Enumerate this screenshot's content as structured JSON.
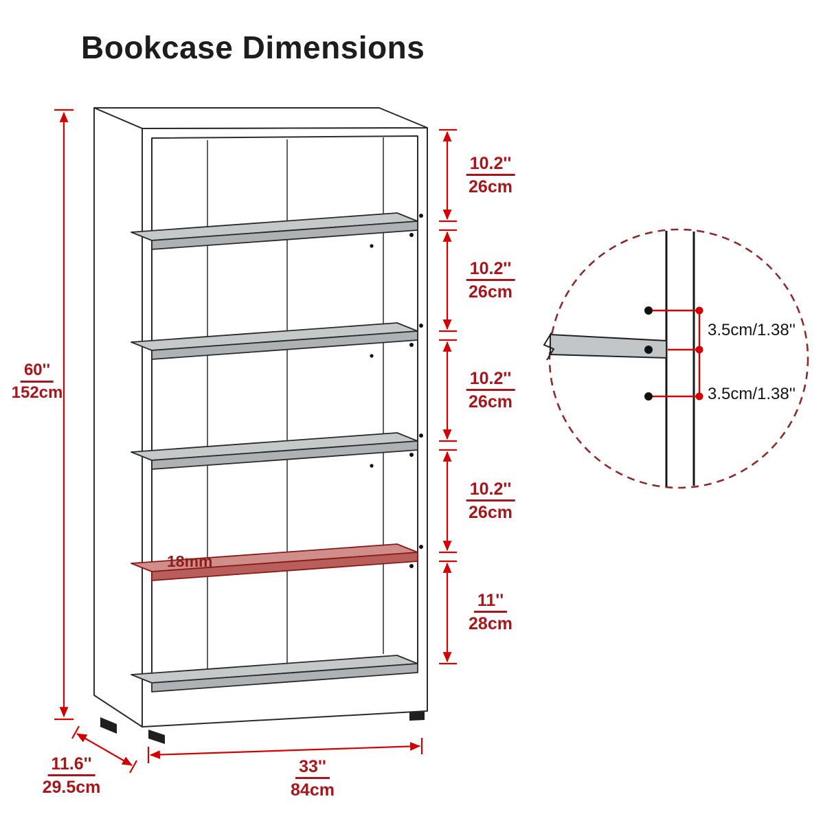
{
  "title": "Bookcase Dimensions",
  "labels": {
    "height": {
      "inch": "60''",
      "cm": "152cm"
    },
    "gaps": [
      {
        "inch": "10.2''",
        "cm": "26cm"
      },
      {
        "inch": "10.2''",
        "cm": "26cm"
      },
      {
        "inch": "10.2''",
        "cm": "26cm"
      },
      {
        "inch": "10.2''",
        "cm": "26cm"
      },
      {
        "inch": "11''",
        "cm": "28cm"
      }
    ],
    "width": {
      "inch": "33''",
      "cm": "84cm"
    },
    "depth": {
      "inch": "11.6''",
      "cm": "29.5cm"
    },
    "shelf_thickness": "18mm",
    "detail": {
      "top_gap": "3.5cm/1.38''",
      "bottom_gap": "3.5cm/1.38''"
    }
  },
  "colors": {
    "dimension_red": "#d40000",
    "dimension_text_red": "#a8161b",
    "highlight_shelf": "#cf8e8a",
    "line_black": "#2b2b2b"
  }
}
